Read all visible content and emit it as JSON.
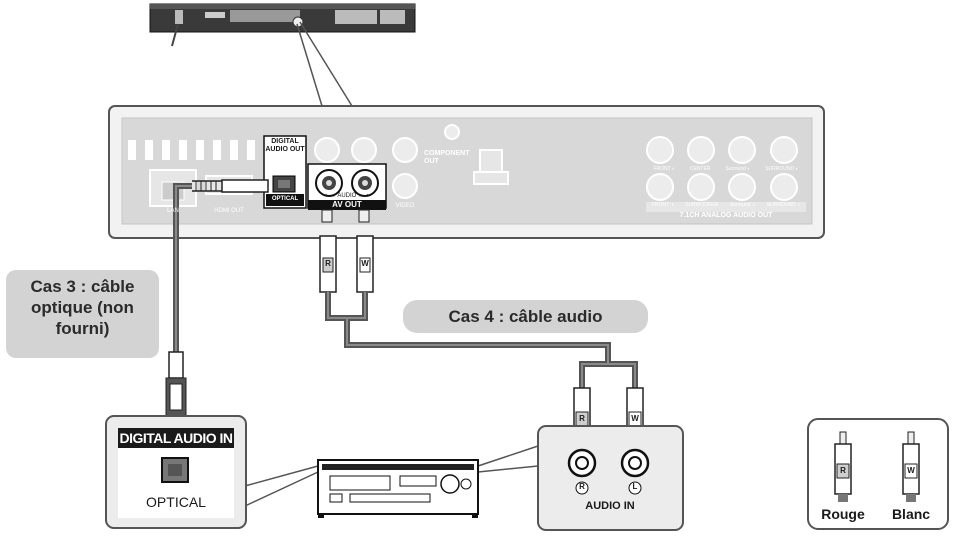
{
  "case3": {
    "line1": "Cas 3 : câble",
    "line2": "optique (non",
    "line3": "fourni)"
  },
  "case4": {
    "label": "Cas 4 : câble audio"
  },
  "player_panel": {
    "digital_audio_out_l1": "DIGITAL",
    "digital_audio_out_l2": "AUDIO OUT",
    "optical": "OPTICAL",
    "hdmi_out": "HDMI OUT",
    "lan": "LAN",
    "audio": "◐ ← AUDIO → ◑",
    "av_out": "AV OUT",
    "video": "VIDEO",
    "component_out_l1": "COMPONENT",
    "component_out_l2": "OUT",
    "analog_out": "7.1CH ANALOG AUDIO OUT",
    "jacks_top": [
      "FRONT ◐",
      "CENTER",
      "Surround ◐",
      "SURROUND ◐"
    ],
    "jacks_bottom": [
      "FRONT ◑",
      "SUBWOOFER",
      "Surround ◑",
      "SURROUND ◑"
    ]
  },
  "plugs": {
    "r": "R",
    "w": "W"
  },
  "digital_in_box": {
    "title": "DIGITAL AUDIO IN",
    "port": "OPTICAL"
  },
  "audio_in_box": {
    "r_mark": "R",
    "l_mark": "L",
    "label": "AUDIO IN"
  },
  "legend": {
    "rouge": "Rouge",
    "blanc": "Blanc",
    "r": "R",
    "w": "W"
  },
  "colors": {
    "callout_bg": "#d3d3d3",
    "cable": "#5a5a5a",
    "panel_bg": "#f2f2f2",
    "outline": "#555555"
  }
}
